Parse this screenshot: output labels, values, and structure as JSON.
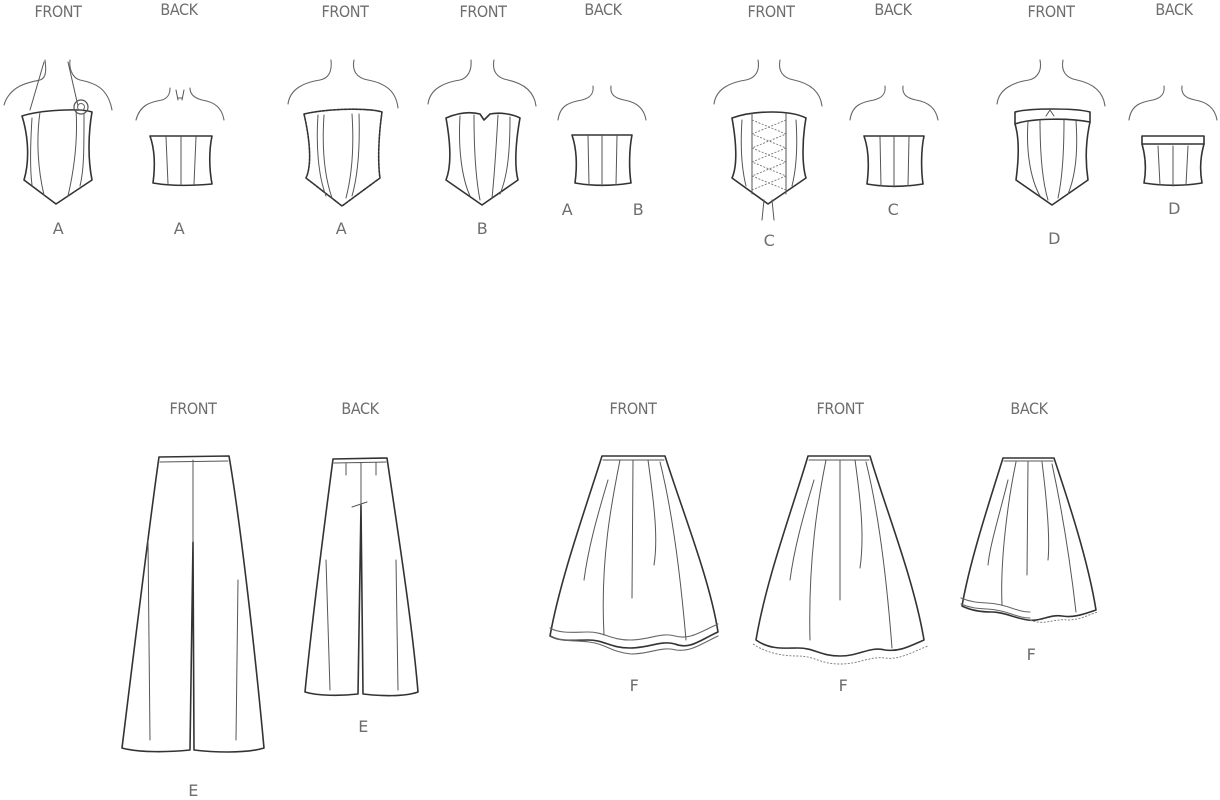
{
  "title": "Pattern line drawings — tops A–D, pants E, skirt F",
  "views": [
    {
      "id": "top-a-front",
      "view": "FRONT",
      "code": "A"
    },
    {
      "id": "top-a-back",
      "view": "BACK",
      "code": "A"
    },
    {
      "id": "top-a-ruffle-front",
      "view": "FRONT",
      "code": "A"
    },
    {
      "id": "top-b-front",
      "view": "FRONT",
      "code": "B"
    },
    {
      "id": "top-ab-back",
      "view": "BACK",
      "codes": [
        "A",
        "B"
      ]
    },
    {
      "id": "top-c-front",
      "view": "FRONT",
      "code": "C"
    },
    {
      "id": "top-c-back",
      "view": "BACK",
      "code": "C"
    },
    {
      "id": "top-d-front",
      "view": "FRONT",
      "code": "D"
    },
    {
      "id": "top-d-back",
      "view": "BACK",
      "code": "D"
    },
    {
      "id": "pants-e-front",
      "view": "FRONT",
      "code": "E"
    },
    {
      "id": "pants-e-back",
      "view": "BACK",
      "code": "E"
    },
    {
      "id": "skirt-f-front-band",
      "view": "FRONT",
      "code": "F"
    },
    {
      "id": "skirt-f-front-lace",
      "view": "FRONT",
      "code": "F"
    },
    {
      "id": "skirt-f-back",
      "view": "BACK",
      "code": "F"
    }
  ]
}
